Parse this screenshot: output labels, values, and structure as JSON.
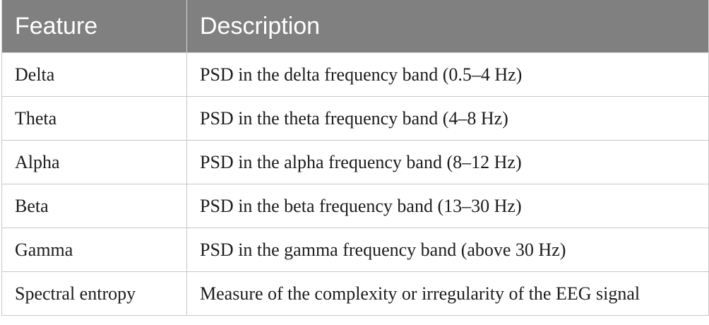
{
  "table": {
    "headers": [
      "Feature",
      "Description"
    ],
    "rows": [
      {
        "feature": "Delta",
        "description": "PSD in the delta frequency band (0.5–4 Hz)"
      },
      {
        "feature": "Theta",
        "description": "PSD in the theta frequency band (4–8 Hz)"
      },
      {
        "feature": "Alpha",
        "description": "PSD in the alpha frequency band (8–12 Hz)"
      },
      {
        "feature": "Beta",
        "description": "PSD in the beta frequency band (13–30 Hz)"
      },
      {
        "feature": "Gamma",
        "description": "PSD in the gamma frequency band (above 30 Hz)"
      },
      {
        "feature": "Spectral entropy",
        "description": "Measure of the complexity or irregularity of the EEG signal"
      }
    ]
  },
  "colors": {
    "header_background": "#808080",
    "header_text": "#ffffff",
    "border": "#c8c8c8"
  }
}
